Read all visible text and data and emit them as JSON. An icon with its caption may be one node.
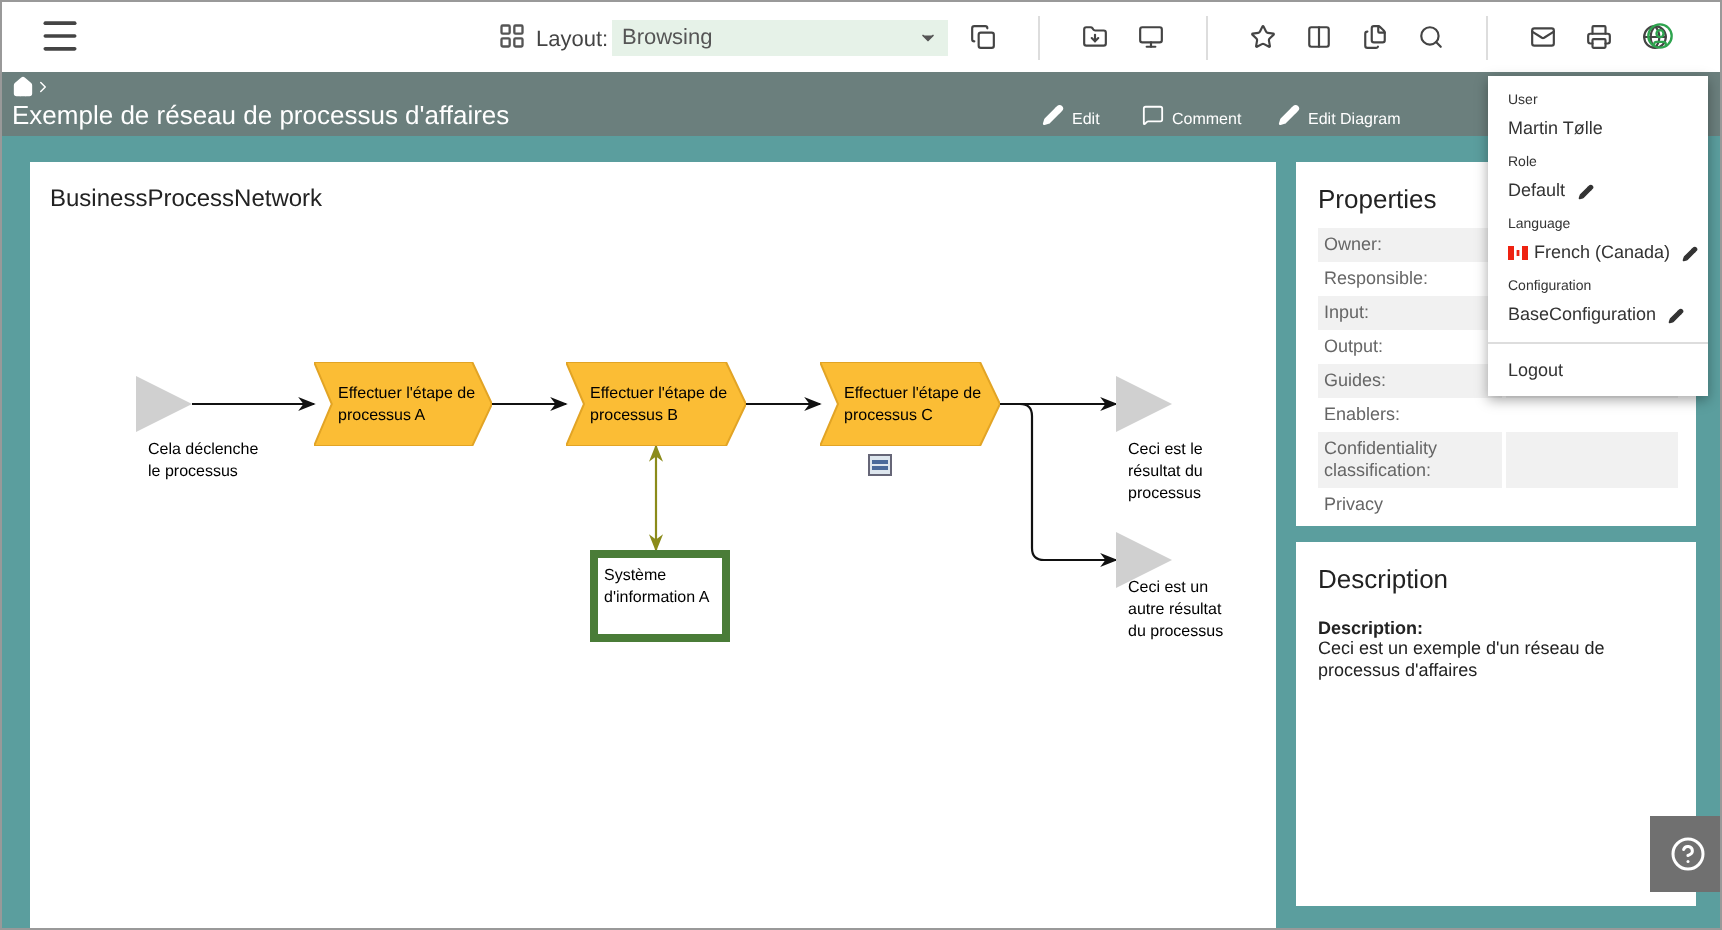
{
  "diagram": {
    "title": "Exemple de réseau de processus d'affaires",
    "nodes": [
      {
        "text": [],
        "shape": "triangle",
        "beside": [
          "Cela déclenche le processus"
        ]
      },
      {
        "text": [
          "Effectuer l'étape de processus A"
        ]
      },
      {
        "text": [
          "Effectuer l'étape de processus B"
        ]
      },
      {
        "text": [
          "Effectuer l'étape de processus C"
        ]
      },
      {
        "text": [],
        "shape": "triangle",
        "beside": [
          "Ceci est le résultat du processus"
        ]
      },
      {
        "text": [],
        "shape": "triangle",
        "beside": [
          "Ceci est un autre résultat du processus"
        ]
      },
      {
        "text": [
          "Système d'information A"
        ]
      }
    ],
    "edges": [
      {
        "from": 0,
        "to": 1,
        "arrow": "to"
      },
      {
        "from": 1,
        "to": 2,
        "arrow": "to"
      },
      {
        "from": 2,
        "to": 3,
        "arrow": "to"
      },
      {
        "from": 3,
        "to": 4,
        "arrow": "to"
      },
      {
        "from": 3,
        "to": 5,
        "arrow": "to"
      },
      {
        "from": 2,
        "to": 6,
        "arrow": "both",
        "color": "#8b8b1a"
      }
    ],
    "labels": [
      "Layout:",
      "Browsing",
      "Edit",
      "Comment",
      "Edit Diagram",
      "BusinessProcessNetwork",
      "Properties",
      "Owner:",
      "Responsible:",
      "Input:",
      "Output:",
      "Guides:",
      "Enablers:",
      "Confidentiality classification:",
      "Privacy",
      "Description",
      "Description:",
      "Ceci est un exemple d'un réseau de processus d'affaires",
      "User",
      "Martin Tølle",
      "Role",
      "Default",
      "Language",
      "French (Canada)",
      "Configuration",
      "BaseConfiguration",
      "Logout"
    ]
  }
}
